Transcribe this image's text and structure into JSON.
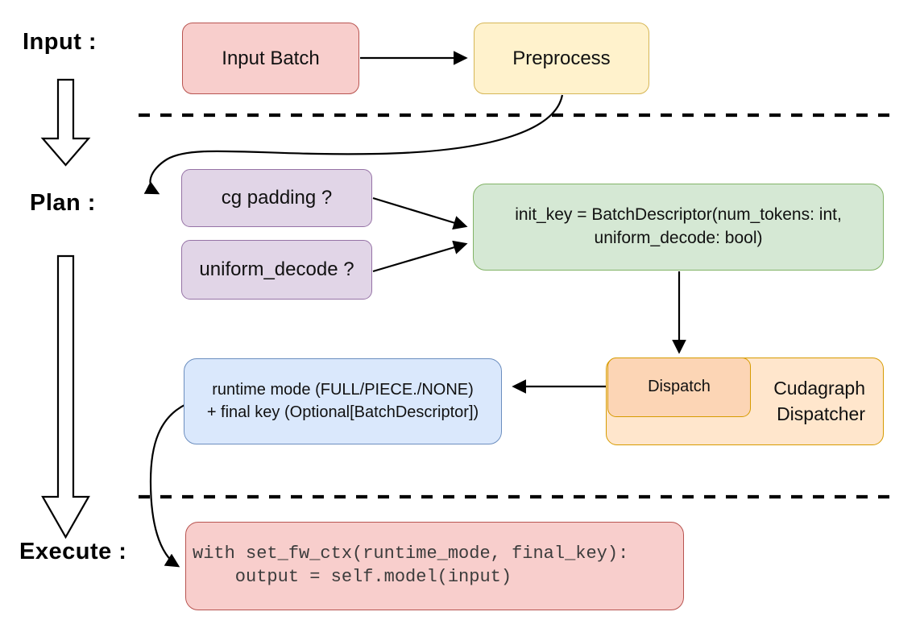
{
  "stage_labels": {
    "input": "Input :",
    "plan": "Plan :",
    "execute": "Execute :"
  },
  "nodes": {
    "input_batch": {
      "label": "Input Batch",
      "fill": "#f8cecc",
      "border": "#b85450"
    },
    "preprocess": {
      "label": "Preprocess",
      "fill": "#fff2cc",
      "border": "#d6b656"
    },
    "cg_padding": {
      "label": "cg padding ?",
      "fill": "#e1d5e7",
      "border": "#9673a6"
    },
    "uniform_decode": {
      "label": "uniform_decode ?",
      "fill": "#e1d5e7",
      "border": "#9673a6"
    },
    "init_key": {
      "line1": "init_key = BatchDescriptor(num_tokens: int,",
      "line2": "uniform_decode: bool)",
      "fill": "#d5e8d4",
      "border": "#82b366"
    },
    "runtime_mode": {
      "line1": "runtime mode (FULL/PIECE./NONE)",
      "line2": "+ final key (Optional[BatchDescriptor])",
      "fill": "#dae8fc",
      "border": "#6c8ebf"
    },
    "dispatch": {
      "label": "Dispatch",
      "fill": "#fcd5b5",
      "border": "#d79b00"
    },
    "cudagraph_dispatcher": {
      "line1": "Cudagraph",
      "line2": "Dispatcher",
      "fill": "#ffe6cc",
      "border": "#d79b00"
    },
    "execute_code": {
      "line1": "with set_fw_ctx(runtime_mode, final_key):",
      "line2": "    output = self.model(input)",
      "fill": "#f8cecc",
      "border": "#b85450",
      "text_color": "#3c3c3c"
    }
  },
  "connector_color": "#000000",
  "background": "#ffffff"
}
